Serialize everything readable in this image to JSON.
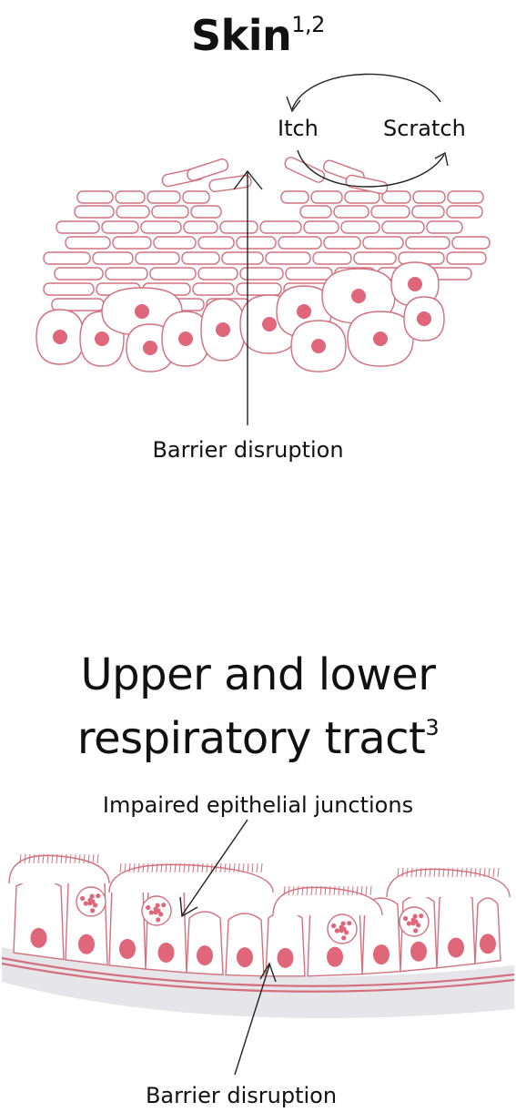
{
  "skin": {
    "title": "Skin",
    "title_sup": "1,2",
    "itch_label": "Itch",
    "scratch_label": "Scratch",
    "barrier_label": "Barrier disruption"
  },
  "respiratory": {
    "title_line1": "Upper and lower",
    "title_line2": "respiratory tract",
    "title_sup": "3",
    "junctions_label": "Impaired epithelial junctions",
    "barrier_label": "Barrier disruption"
  },
  "colors": {
    "cell_outline": "#d4707e",
    "nucleus": "#e0667a",
    "membrane": "#d4707e",
    "basement": "#e6e6ea",
    "ink": "#222222"
  }
}
